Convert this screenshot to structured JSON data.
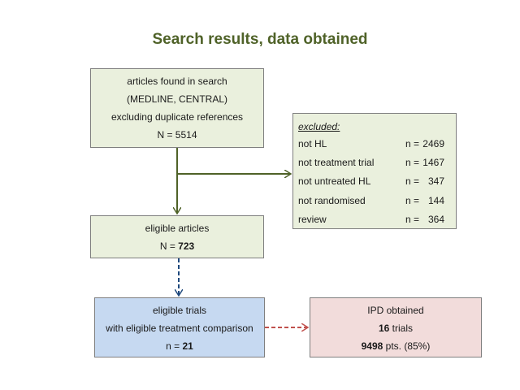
{
  "title": "Search results, data obtained",
  "search_box": {
    "lines": [
      "articles found in search",
      "(MEDLINE, CENTRAL)",
      "excluding duplicate references",
      "N = 5514"
    ]
  },
  "excluded_box": {
    "header": "excluded:",
    "rows": [
      {
        "label": "not HL",
        "n_prefix": "n =",
        "value": "2469"
      },
      {
        "label": "not treatment trial",
        "n_prefix": "n =",
        "value": "1467"
      },
      {
        "label": "not untreated HL",
        "n_prefix": "n =",
        "value": "347"
      },
      {
        "label": "not randomised",
        "n_prefix": "n =",
        "value": "144"
      },
      {
        "label": "review",
        "n_prefix": "n =",
        "value": "364"
      }
    ]
  },
  "eligible_articles": {
    "label": "eligible articles",
    "n_prefix": "N = ",
    "value": "723"
  },
  "eligible_trials": {
    "line1": "eligible trials",
    "line2": "with eligible treatment comparison",
    "n_prefix": "n = ",
    "value": "21"
  },
  "ipd_box": {
    "label": "IPD obtained",
    "trials_value": "16",
    "trials_suffix": " trials",
    "pts_value": "9498",
    "pts_suffix": " pts. (85%)"
  },
  "colors": {
    "title": "#4f6228",
    "green_fill": "#eaf0dd",
    "blue_fill": "#c6d9f1",
    "pink_fill": "#f2dcdb",
    "green_arrow": "#4f6228",
    "blue_arrow": "#1f497d",
    "red_arrow": "#c0504d"
  }
}
